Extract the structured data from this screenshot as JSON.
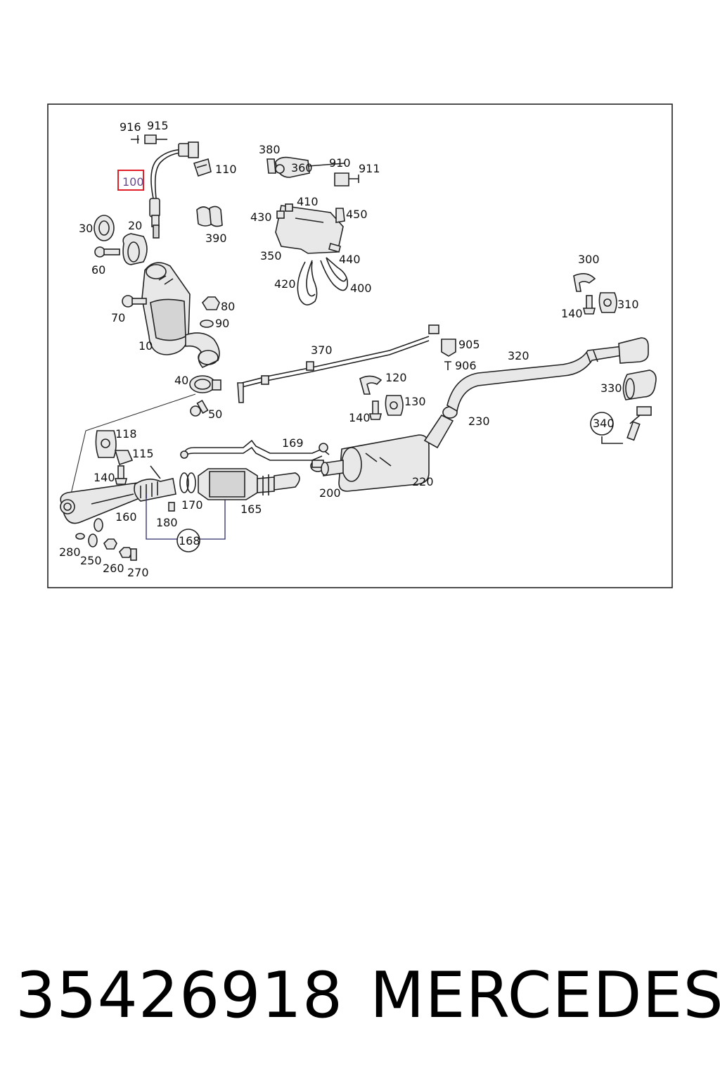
{
  "diagram": {
    "highlighted_part": "100",
    "callouts": [
      "916",
      "915",
      "110",
      "380",
      "360",
      "910",
      "911",
      "100",
      "410",
      "430",
      "450",
      "30",
      "20",
      "390",
      "60",
      "350",
      "440",
      "420",
      "400",
      "300",
      "70",
      "80",
      "310",
      "140",
      "90",
      "10",
      "370",
      "905",
      "906",
      "320",
      "40",
      "120",
      "330",
      "130",
      "50",
      "140",
      "230",
      "340",
      "118",
      "169",
      "115",
      "140",
      "220",
      "200",
      "170",
      "165",
      "160",
      "180",
      "168",
      "280",
      "250",
      "260",
      "270"
    ]
  },
  "caption": {
    "part_number": "35426918",
    "brand": "MERCEDES"
  }
}
